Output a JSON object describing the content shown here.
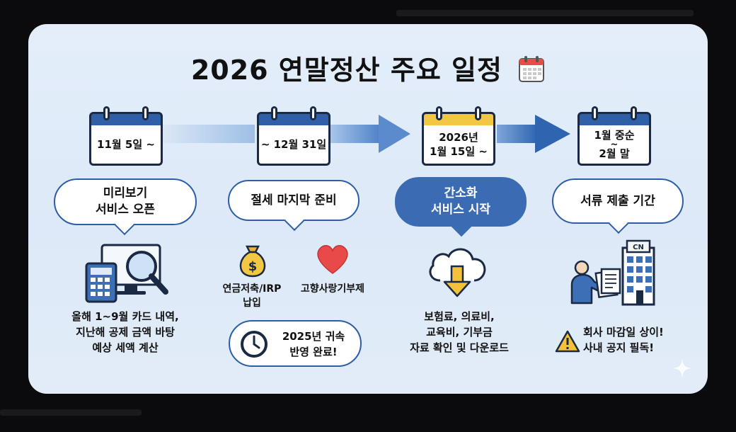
{
  "title": "2026 연말정산 주요 일정",
  "steps": [
    {
      "date_line1": "11월 5일 ~",
      "date_line2": "",
      "bubble_line1": "미리보기",
      "bubble_line2": "서비스 오픈",
      "desc": [
        "올해 1~9월 카드 내역,",
        "지난해 공제 금액 바탕",
        "예상 세액 계산"
      ]
    },
    {
      "date_line1": "~ 12월 31일",
      "date_line2": "",
      "bubble_line1": "절세 마지막 준비",
      "bubble_line2": "",
      "items": [
        {
          "icon": "money-bag-icon",
          "label_line1": "연금저축/IRP",
          "label_line2": "납입"
        },
        {
          "icon": "heart-icon",
          "label_line1": "고향사랑기부제",
          "label_line2": ""
        }
      ],
      "note_line1": "2025년 귀속",
      "note_line2": "반영 완료!"
    },
    {
      "date_line1": "2026년",
      "date_line2": "1월 15일 ~",
      "bubble_line1": "간소화",
      "bubble_line2": "서비스 시작",
      "desc": [
        "보험료, 의료비,",
        "교육비, 기부금",
        "자료 확인 및 다운로드"
      ]
    },
    {
      "date_line1": "1월 중순",
      "date_line2": "2월 말",
      "date_tilde": "~",
      "bubble_line1": "서류 제출 기간",
      "bubble_line2": "",
      "building_sign": "CN",
      "warning_line1": "회사 마감일 상이!",
      "warning_line2": "사내 공지 필독!"
    }
  ],
  "colors": {
    "calendar_blue": "#2f5fa6",
    "calendar_yellow": "#f2c744",
    "accent": "#3b6cb3",
    "arrow": "#4f82c8",
    "heart": "#e84a4a",
    "warning": "#f3c23a"
  }
}
